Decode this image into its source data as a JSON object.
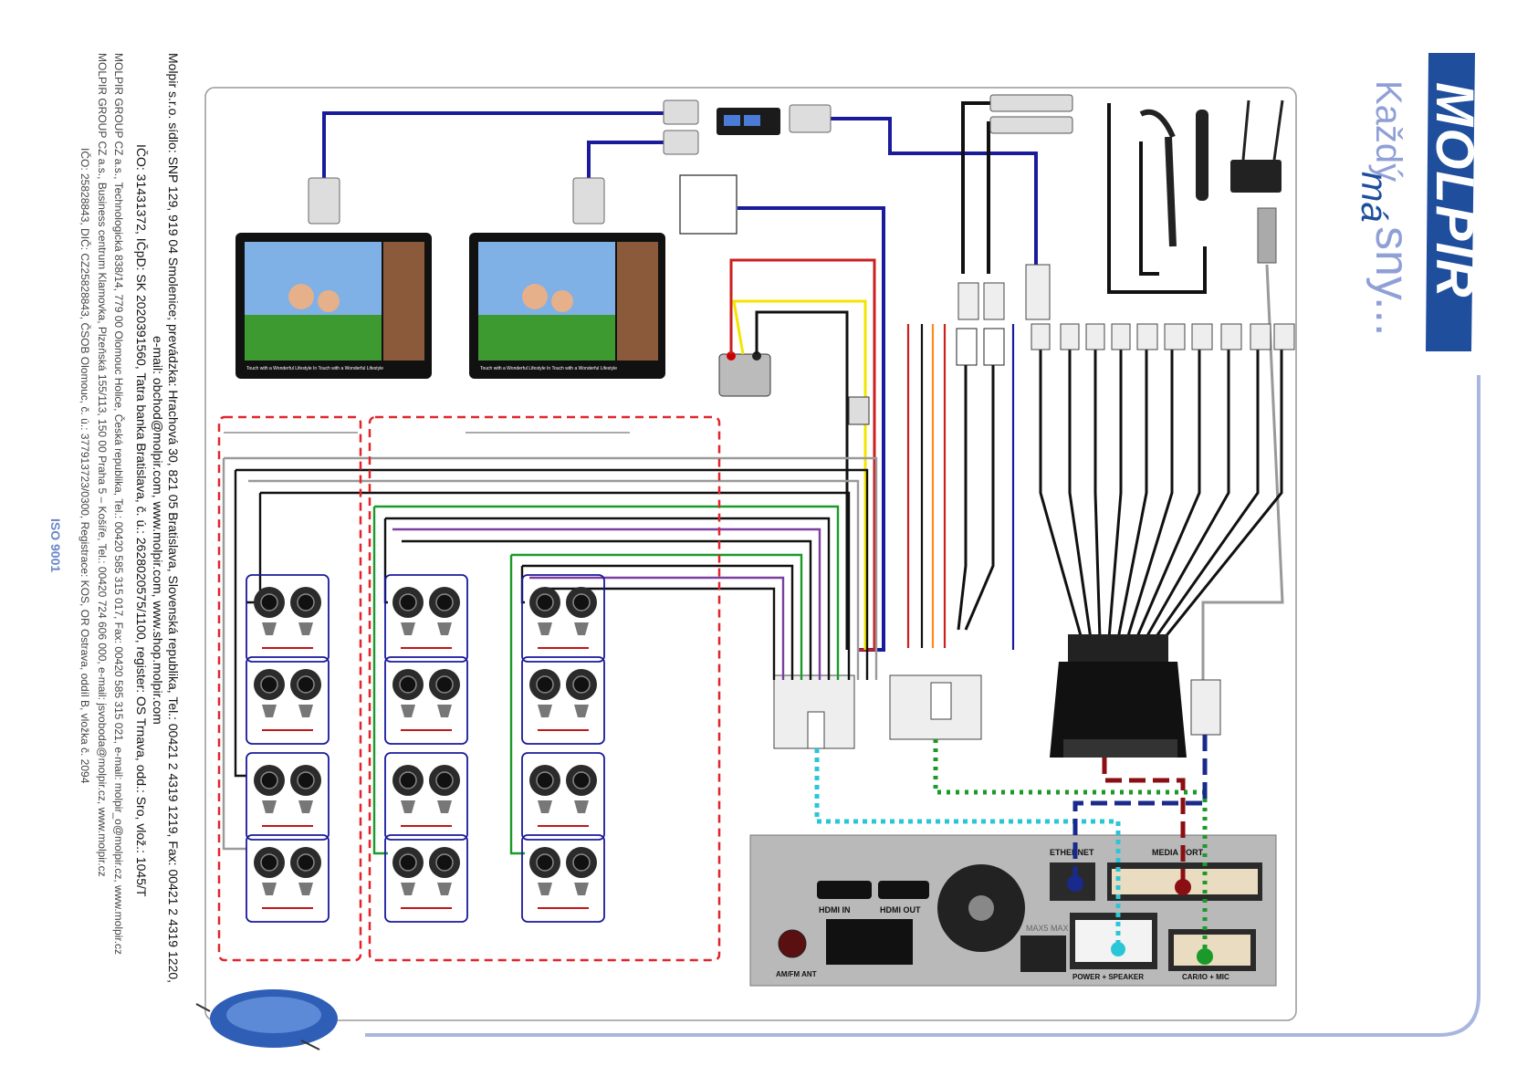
{
  "brand": {
    "logo_text": "MOLPIR",
    "slogan_part1": "Každý",
    "slogan_part2": "má",
    "slogan_part3": "sny...",
    "accent_color": "#1f4e9c",
    "light_accent": "#a9b7e0"
  },
  "company_info": {
    "line1": "Molpir s.r.o. sídlo: SNP 129, 919 04 Smolenice; prevádzka: Hrachová 30, 821 05 Bratislava, Slovenská republika, Tel.: 00421 2 4319 1219, Fax: 00421 2 4319 1220,",
    "line2": "e-mail: obchod@molpir.com, www.molpir.com, www.shop.molpir.com",
    "line3": "IČO: 31431372, IČpD: SK 2020391560, Tatra banka Bratislava, č. ú.: 2628020575/1100, register: OS Trnava, odd.: Sro, vlož.: 1045/T",
    "line4": "MOLPIR GROUP CZ a.s., Technologická 838/14, 779 00 Olomouc Holice, Česká republika, Tel.: 00420 585 315 017, Fax: 00420 585 315 021, e-mail: molpir_o@molpir.cz, www.molpir.cz",
    "line5": "MOLPIR GROUP CZ a.s., Business centrum Klamovka, Plzeňská 155/113, 150 00 Praha 5 – Košíře, Tel.: 00420 724 606 000, e-mail: jsvoboda@molpir.cz, www.molpir.cz",
    "line6": "IČO: 25828843, DIČ: CZ25828843, ČSOB Olomouc, č. ú.: 377913723/0300, Registrace: KOS, OR Ostrava, oddíl B, vložka č. 2094",
    "iso": "ISO 9001"
  },
  "unit": {
    "ethernet": "ETHERNET",
    "media_port": "MEDIA PORT",
    "hdmi_in": "HDMI IN",
    "hdmi_out": "HDMI OUT",
    "power_speaker": "POWER + SPEAKER",
    "car_io_mic": "CAR/IO + MIC",
    "am_fm_ant": "AM/FM ANT",
    "max_label": "MAX5 MAX"
  },
  "screens": {
    "caption": "Touch with a Wonderful Lifestyle    In Touch with a Wonderful Lifestyle"
  },
  "colors": {
    "wire_blue": "#1a1a9c",
    "wire_red": "#cc1f1f",
    "wire_yellow": "#f2e600",
    "wire_black": "#111111",
    "wire_gray": "#9a9a9a",
    "wire_green": "#1a9a2a",
    "wire_purple": "#7a3fa0",
    "wire_orange": "#ff8a1a",
    "dash_red": "#e0262b",
    "dot_cyan": "#29c7d6",
    "dot_green": "#1a9a2a",
    "dash_darkred": "#8a0e12",
    "dash_navy": "#1a2a8c"
  }
}
